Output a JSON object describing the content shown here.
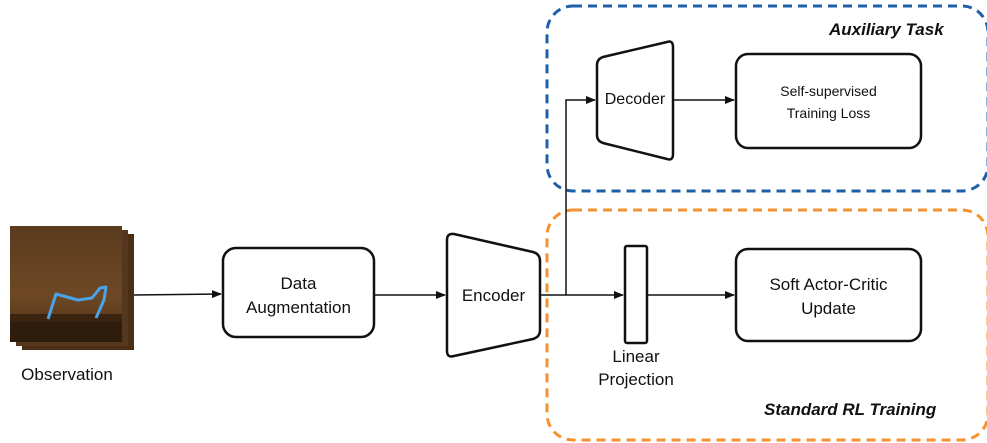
{
  "observation": {
    "label": "Observation"
  },
  "data_augmentation": {
    "line1": "Data",
    "line2": "Augmentation"
  },
  "encoder": {
    "label": "Encoder"
  },
  "decoder": {
    "label": "Decoder"
  },
  "self_supervised_loss": {
    "line1": "Self-supervised",
    "line2": "Training Loss"
  },
  "linear_projection": {
    "line1": "Linear",
    "line2": "Projection"
  },
  "sac_update": {
    "line1": "Soft Actor-Critic",
    "line2": "Update"
  },
  "auxiliary_group": {
    "title": "Auxiliary Task",
    "border_color": "#1f5fa8"
  },
  "rl_group": {
    "title": "Standard RL Training",
    "border_color": "#f5922f"
  }
}
